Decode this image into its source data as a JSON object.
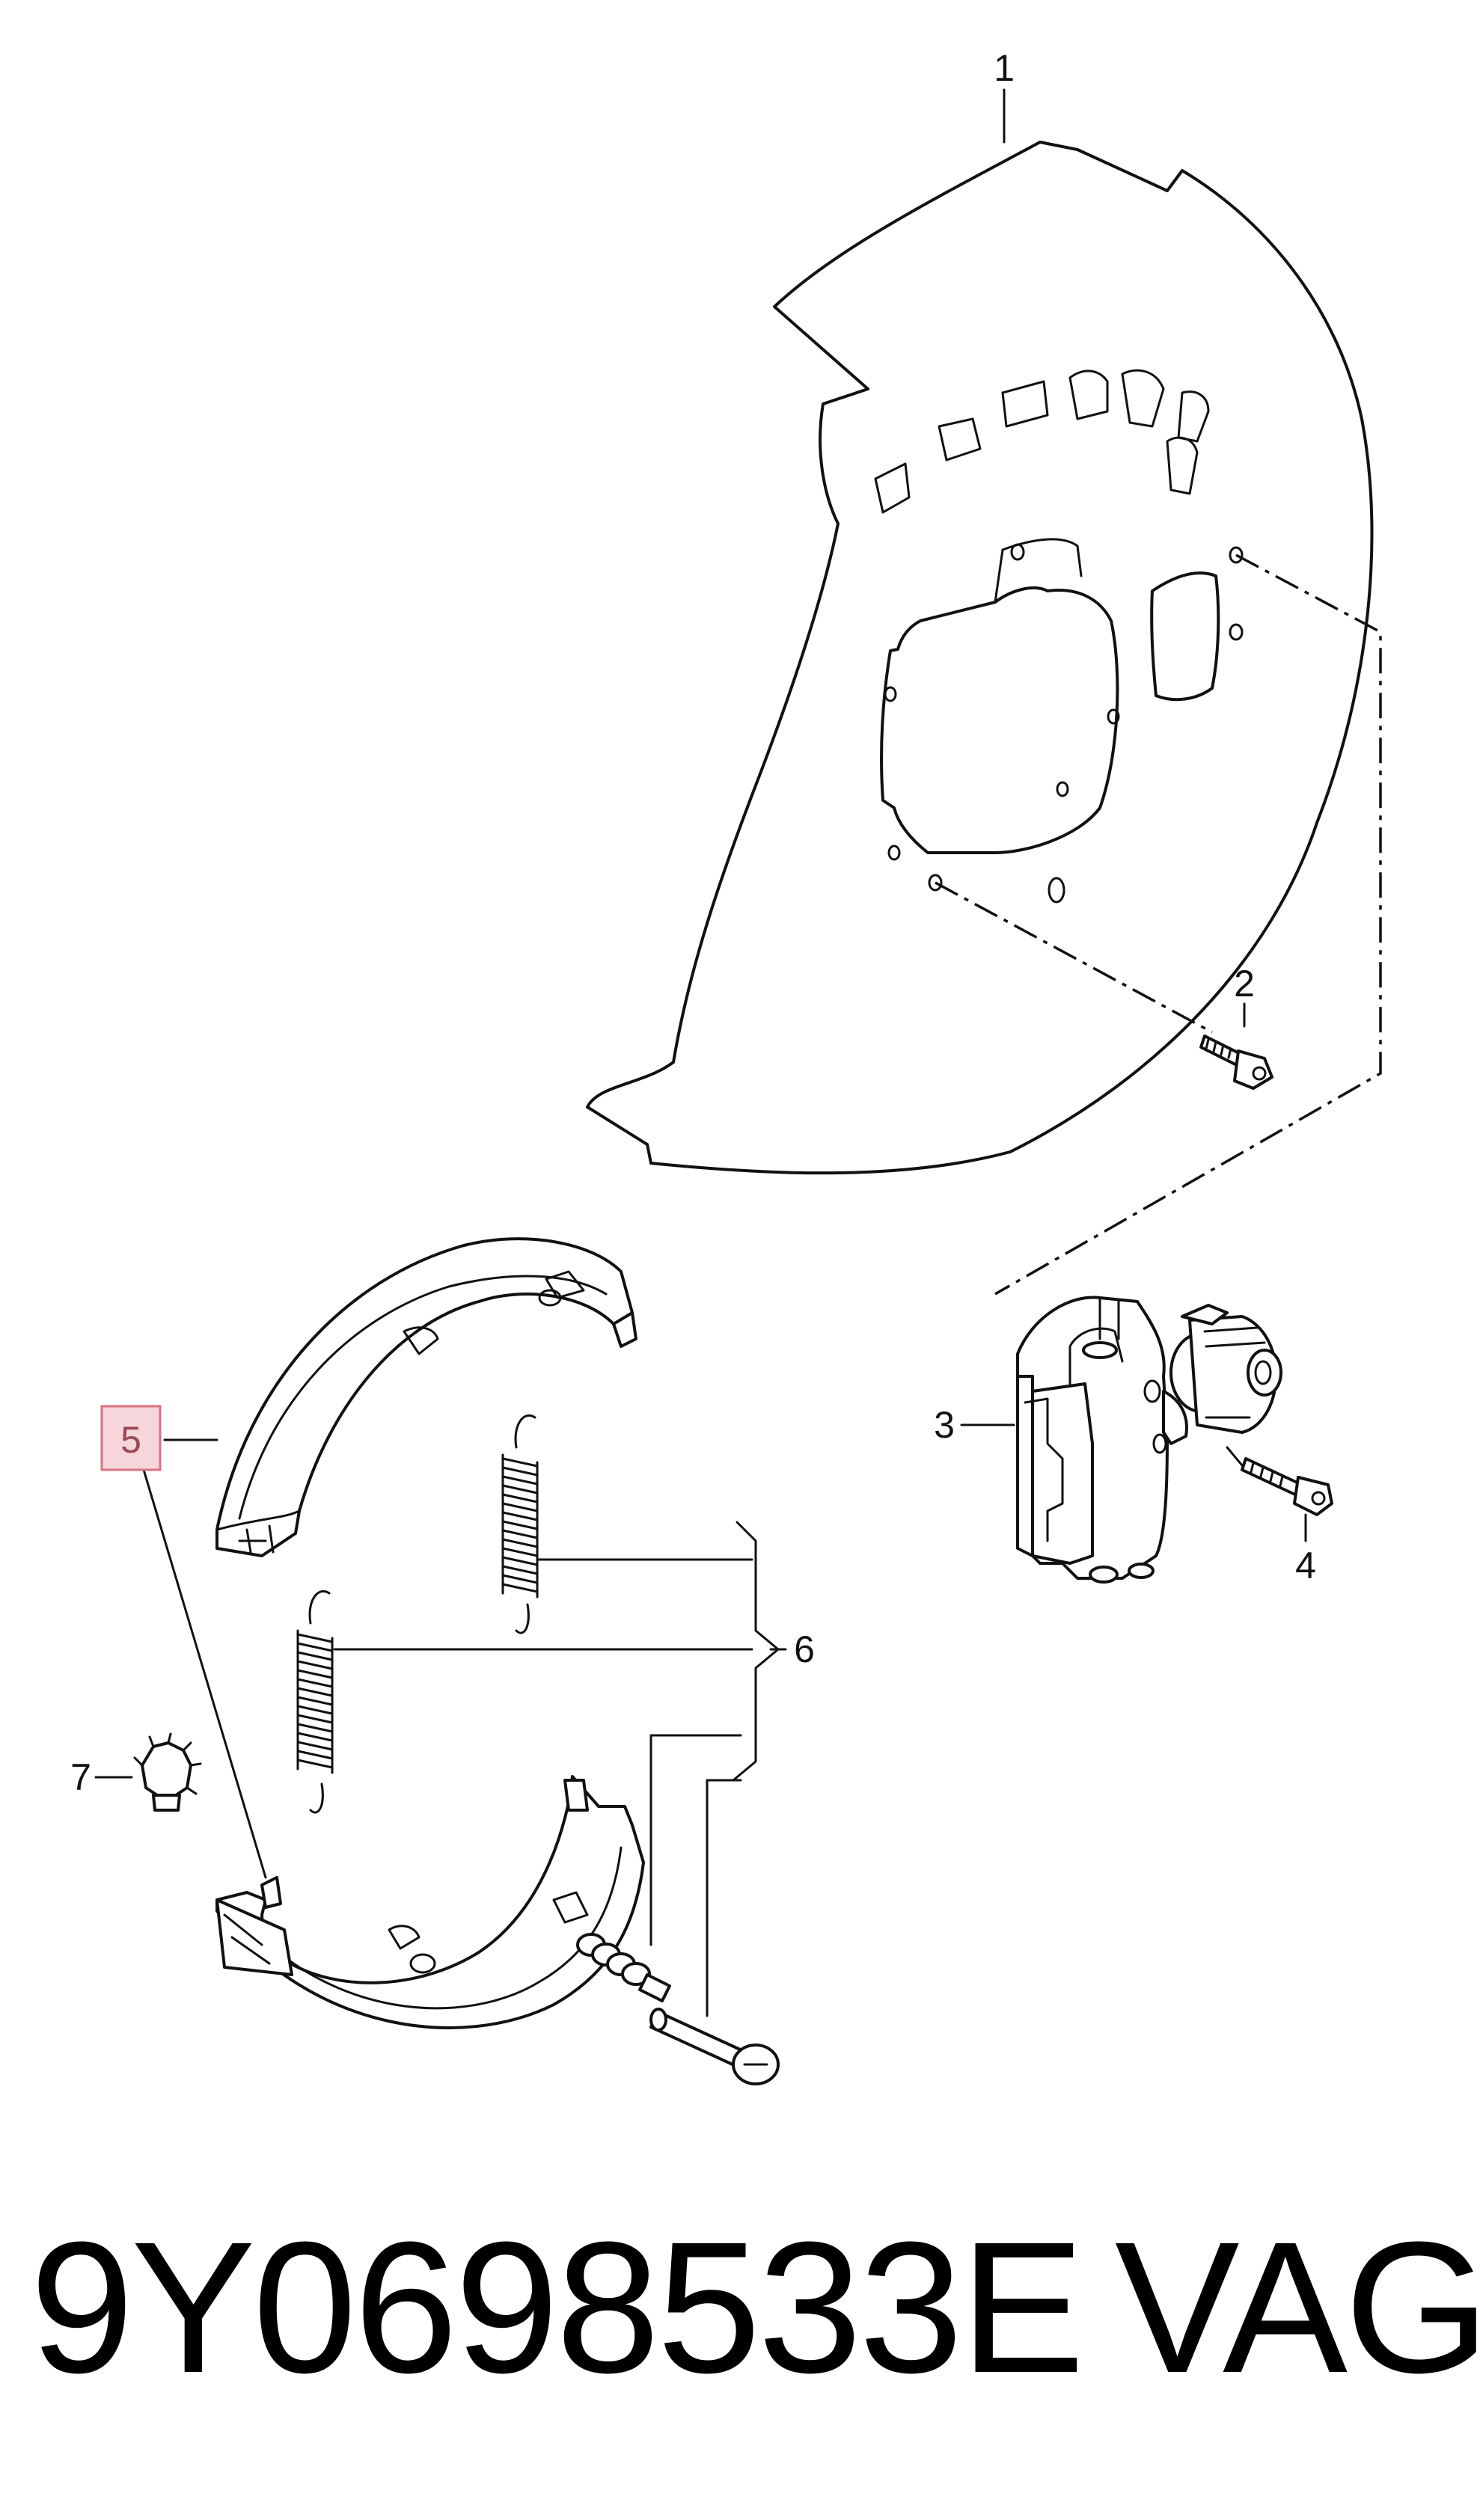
{
  "diagram": {
    "callouts": {
      "backing_plate": "1",
      "bolt_top": "2",
      "actuator": "3",
      "bolt_actuator": "4",
      "brake_shoe": "5",
      "spring_kit": "6",
      "adjuster": "7"
    },
    "highlighted_callout": "5",
    "highlight_color": "#f6d6da",
    "highlight_border": "#d9737f"
  },
  "footer": {
    "part_number": "9Y0698533E",
    "brand": "VAG"
  }
}
